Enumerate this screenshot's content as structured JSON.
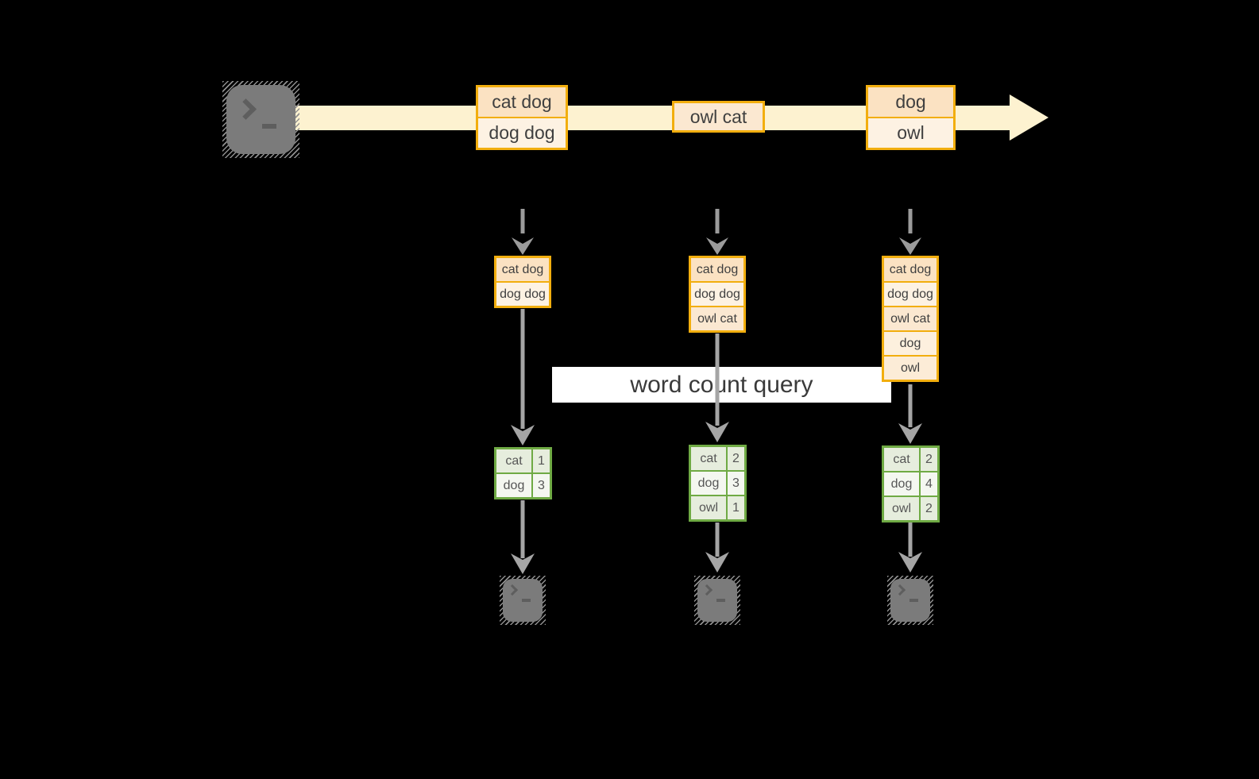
{
  "banner": {
    "label": "word count query"
  },
  "colors": {
    "stream_band": "#fdf2d0",
    "record_border": "#f2ae0e",
    "record_fill_dark": "#fbe2c2",
    "record_fill_light": "#fdf2e3",
    "table_border": "#6faa44",
    "table_row_odd": "#e6eddd",
    "table_row_even": "#f4f7f0",
    "arrow_gray": "#a5a5a5",
    "terminal_gray": "#7b7b7b"
  },
  "stream": {
    "source_icon": "terminal-icon",
    "records": [
      {
        "lines": [
          {
            "text": "cat dog"
          },
          {
            "text": "dog dog"
          }
        ]
      },
      {
        "lines": [
          {
            "text": "owl cat"
          }
        ]
      },
      {
        "lines": [
          {
            "text": "dog"
          },
          {
            "text": "owl"
          }
        ]
      }
    ]
  },
  "columns": [
    {
      "state": [
        "cat dog",
        "dog dog"
      ],
      "counts": [
        {
          "word": "cat",
          "count": "1"
        },
        {
          "word": "dog",
          "count": "3"
        }
      ],
      "sink_icon": "terminal-icon"
    },
    {
      "state": [
        "cat dog",
        "dog dog",
        "owl cat"
      ],
      "counts": [
        {
          "word": "cat",
          "count": "2"
        },
        {
          "word": "dog",
          "count": "3"
        },
        {
          "word": "owl",
          "count": "1"
        }
      ],
      "sink_icon": "terminal-icon"
    },
    {
      "state": [
        "cat dog",
        "dog dog",
        "owl cat",
        "dog",
        "owl"
      ],
      "counts": [
        {
          "word": "cat",
          "count": "2"
        },
        {
          "word": "dog",
          "count": "4"
        },
        {
          "word": "owl",
          "count": "2"
        }
      ],
      "sink_icon": "terminal-icon"
    }
  ]
}
